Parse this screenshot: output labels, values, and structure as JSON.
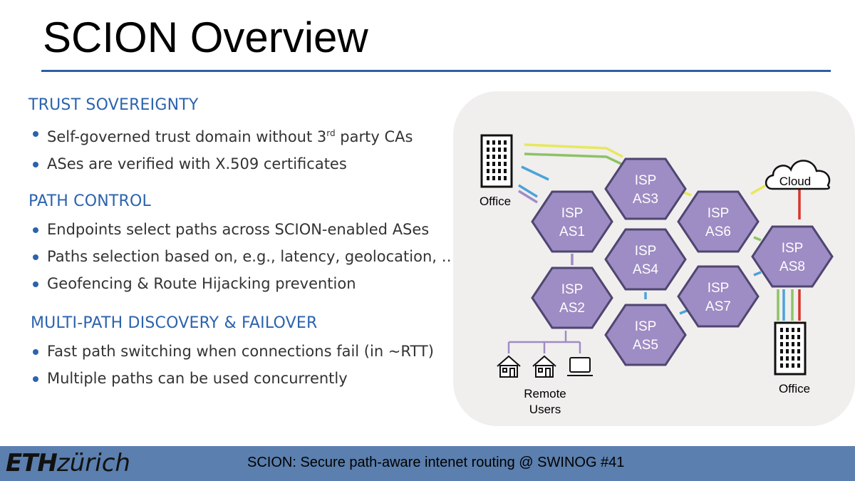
{
  "title": "SCION Overview",
  "sections": [
    {
      "heading": "TRUST SOVEREIGNTY",
      "bullets": [
        "Self-governed trust domain without 3",
        "ASes are verified with X.509 certificates"
      ],
      "bullet0_sup": "rd",
      "bullet0_tail": " party CAs"
    },
    {
      "heading": "PATH CONTROL",
      "bullets": [
        "Endpoints select paths across SCION-enabled ASes",
        "Paths selection based on, e.g., latency, geolocation, …",
        "Geofencing & Route Hijacking prevention"
      ]
    },
    {
      "heading": "MULTI-PATH DISCOVERY & FAILOVER",
      "bullets": [
        "Fast path switching when connections fail (in ~RTT)",
        "Multiple paths can be used concurrently"
      ]
    }
  ],
  "diagram": {
    "nodes": [
      {
        "id": "AS1",
        "line1": "ISP",
        "line2": "AS1"
      },
      {
        "id": "AS2",
        "line1": "ISP",
        "line2": "AS2"
      },
      {
        "id": "AS3",
        "line1": "ISP",
        "line2": "AS3"
      },
      {
        "id": "AS4",
        "line1": "ISP",
        "line2": "AS4"
      },
      {
        "id": "AS5",
        "line1": "ISP",
        "line2": "AS5"
      },
      {
        "id": "AS6",
        "line1": "ISP",
        "line2": "AS6"
      },
      {
        "id": "AS7",
        "line1": "ISP",
        "line2": "AS7"
      },
      {
        "id": "AS8",
        "line1": "ISP",
        "line2": "AS8"
      }
    ],
    "office_left_label": "Office",
    "office_right_label": "Office",
    "cloud_label": "Cloud",
    "remote_label_line1": "Remote",
    "remote_label_line2": "Users",
    "colors": {
      "hex_fill": "#9e8cc4",
      "hex_stroke": "#4f4670",
      "panel_bg": "#f1eeee",
      "path_yellow": "#e6e85c",
      "path_green": "#8cc365",
      "path_blue": "#4aa3d8",
      "path_purple": "#9e8cc4",
      "path_red": "#d8342a"
    }
  },
  "footer": {
    "logo_bold": "ETH",
    "logo_rest": "zürich",
    "text": "SCION: Secure path-aware intenet routing @ SWINOG #41"
  }
}
